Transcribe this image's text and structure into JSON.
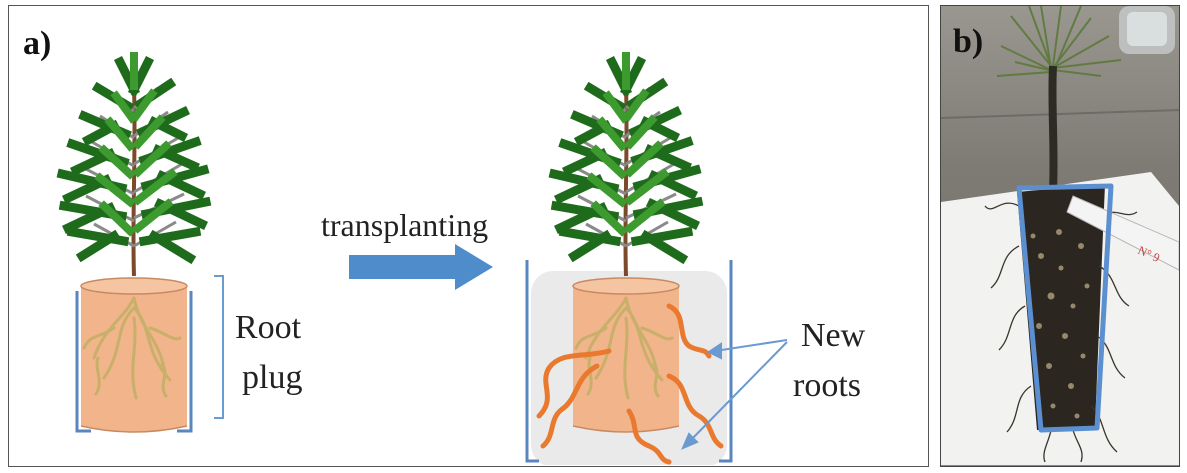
{
  "panel_a": {
    "label": "a)",
    "arrow_label": "transplanting",
    "root_plug_label": [
      "Root",
      "plug"
    ],
    "new_roots_label": [
      "New",
      "roots"
    ]
  },
  "panel_b": {
    "label": "b)",
    "tag_text": "N° 9"
  },
  "colors": {
    "needle_dark": "#1f6b1c",
    "needle_light": "#3c9a2e",
    "stem": "#7a4a2a",
    "plug_fill": "#f2b48a",
    "plug_edge": "#c98a63",
    "container_edge": "#5a86c0",
    "arrow": "#4f8ccc",
    "new_root": "#e8792f",
    "fine_root": "#c8b06a",
    "soil_halo": "#e6e6e6"
  }
}
